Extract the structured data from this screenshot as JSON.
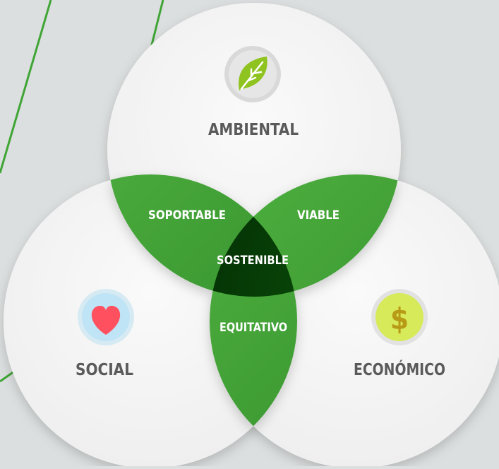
{
  "diagram": {
    "circles": {
      "top": {
        "label": "AMBIENTAL",
        "icon": "leaf-icon",
        "icon_bg": "#e6e6e6",
        "icon_color": "#8fc31f"
      },
      "left": {
        "label": "SOCIAL",
        "icon": "heart-icon",
        "icon_bg": "#bfe4f6",
        "icon_color": "#ff5060"
      },
      "right": {
        "label": "ECONÓMICO",
        "icon": "dollar-icon",
        "icon_bg": "#d7ea5a",
        "icon_color": "#b89a16"
      }
    },
    "intersections": {
      "top_left": "SOPORTABLE",
      "top_right": "VIABLE",
      "bottom": "EQUITATIVO",
      "center": "SOSTENIBLE"
    },
    "colors": {
      "background": "#dcdfdf",
      "circle_fill": "#f5f5f5",
      "label_color": "#5a5a5a",
      "lens_green": "#3f9e34",
      "center_green": "#063e06",
      "accent_line": "#3fa535"
    }
  }
}
